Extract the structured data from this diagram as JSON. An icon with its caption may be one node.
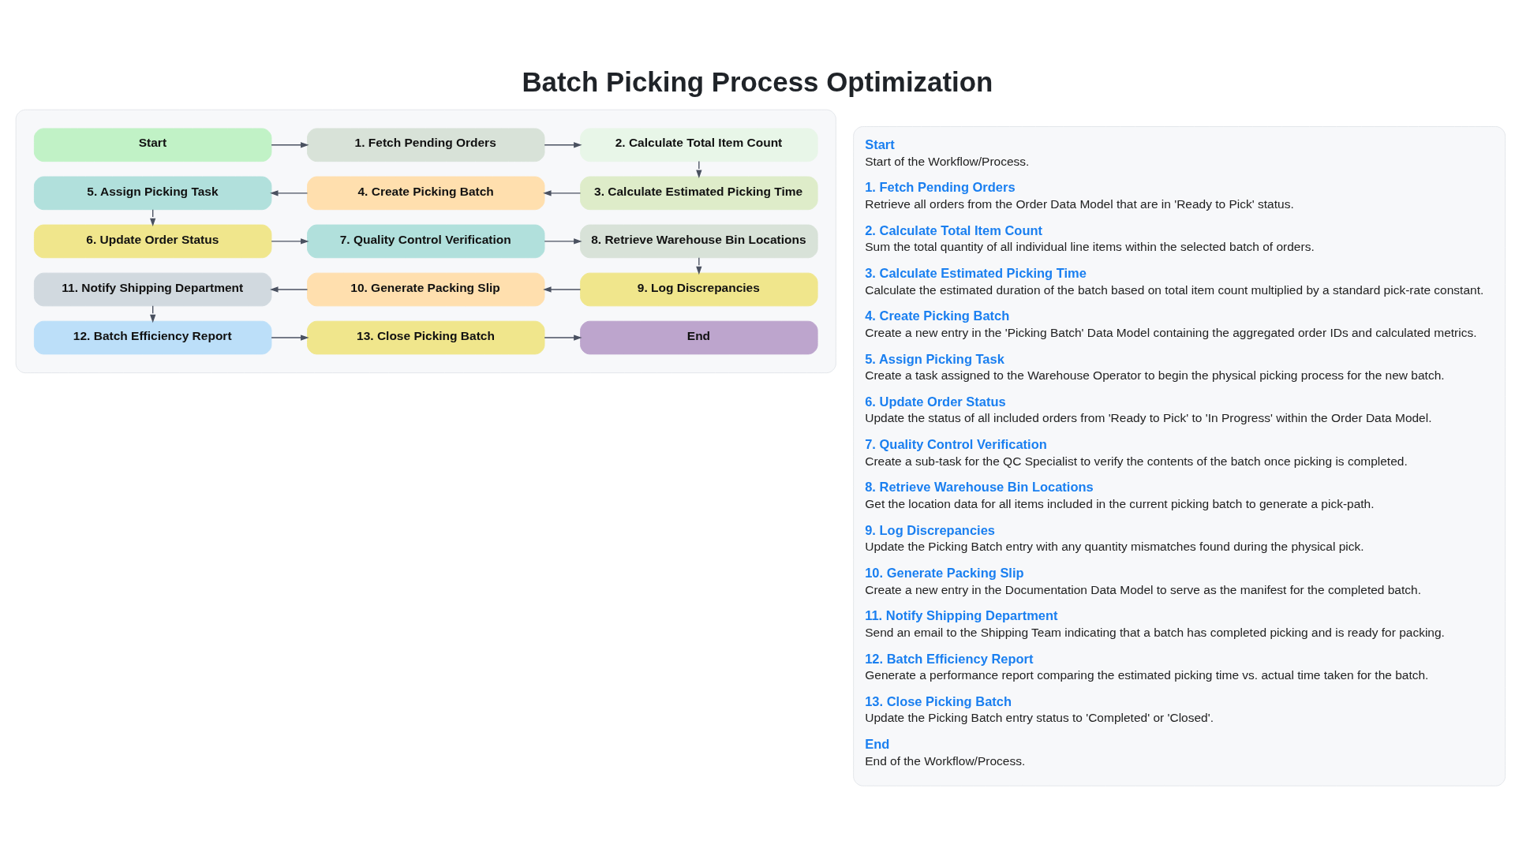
{
  "diagram": {
    "title": "Batch Picking Process Optimization",
    "nodes": [
      {
        "text": [],
        "shape": "box"
      },
      {
        "text": [
          "Start"
        ],
        "in": 0
      },
      {
        "text": [
          "1. Fetch Pending Orders"
        ],
        "in": 0
      },
      {
        "text": [
          "2. Calculate Total Item Count"
        ],
        "in": 0
      },
      {
        "text": [
          "3. Calculate Estimated Picking Time"
        ],
        "in": 0
      },
      {
        "text": [
          "4. Create Picking Batch"
        ],
        "in": 0
      },
      {
        "text": [
          "5. Assign Picking Task"
        ],
        "in": 0
      },
      {
        "text": [
          "6. Update Order Status"
        ],
        "in": 0
      },
      {
        "text": [
          "7. Quality Control Verification"
        ],
        "in": 0
      },
      {
        "text": [
          "8. Retrieve Warehouse Bin Locations"
        ],
        "in": 0
      },
      {
        "text": [
          "9. Log Discrepancies"
        ],
        "in": 0
      },
      {
        "text": [
          "10. Generate Packing Slip"
        ],
        "in": 0
      },
      {
        "text": [
          "11. Notify Shipping Department"
        ],
        "in": 0
      },
      {
        "text": [
          "12. Batch Efficiency Report"
        ],
        "in": 0
      },
      {
        "text": [
          "13. Close Picking Batch"
        ],
        "in": 0
      },
      {
        "text": [
          "End"
        ],
        "in": 0
      },
      {
        "text": [
          "Start",
          "Start of the Workflow/Process.",
          "1. Fetch Pending Orders",
          "Retrieve all orders from the Order Data Model that are in 'Ready to Pick' status.",
          "2. Calculate Total Item Count",
          "Sum the total quantity of all individual line items within the selected batch of orders.",
          "3. Calculate Estimated Picking Time",
          "Calculate the estimated duration of the batch based on total item count multiplied by a standard pick-rate constant.",
          "4. Create Picking Batch",
          "Create a new entry in the 'Picking Batch' Data Model containing the aggregated order IDs and calculated metrics.",
          "5. Assign Picking Task",
          "Create a task assigned to the Warehouse Operator to begin the physical picking process for the new batch.",
          "6. Update Order Status",
          "Update the status of all included orders from 'Ready to Pick' to 'In Progress' within the Order Data Model.",
          "7. Quality Control Verification",
          "Create a sub-task for the QC Specialist to verify the contents of the batch once picking is completed.",
          "8. Retrieve Warehouse Bin Locations",
          "Get the location data for all items included in the current picking batch to generate a pick-path.",
          "9. Log Discrepancies",
          "Update the Picking Batch entry with any quantity mismatches found during the physical pick.",
          "10. Generate Packing Slip",
          "Create a new entry in the Documentation Data Model to serve as the manifest for the completed batch.",
          "11. Notify Shipping Department",
          "Send an email to the Shipping Team indicating that a batch has completed picking and is ready for packing.",
          "12. Batch Efficiency Report",
          "Generate a performance report comparing the estimated picking time vs. actual time taken for the batch.",
          "13. Close Picking Batch",
          "Update the Picking Batch entry status to 'Completed' or 'Closed'.",
          "End",
          "End of the Workflow/Process."
        ]
      }
    ],
    "edges": [
      {
        "from": 1,
        "to": 2,
        "arrow": "to"
      },
      {
        "from": 2,
        "to": 3,
        "arrow": "to"
      },
      {
        "from": 3,
        "to": 4,
        "arrow": "to"
      },
      {
        "from": 4,
        "to": 5,
        "arrow": "to"
      },
      {
        "from": 5,
        "to": 6,
        "arrow": "to"
      },
      {
        "from": 6,
        "to": 7,
        "arrow": "to"
      },
      {
        "from": 7,
        "to": 8,
        "arrow": "to"
      },
      {
        "from": 8,
        "to": 9,
        "arrow": "to"
      },
      {
        "from": 9,
        "to": 10,
        "arrow": "to"
      },
      {
        "from": 10,
        "to": 11,
        "arrow": "to"
      },
      {
        "from": 11,
        "to": 12,
        "arrow": "to"
      },
      {
        "from": 12,
        "to": 13,
        "arrow": "to"
      },
      {
        "from": 13,
        "to": 14,
        "arrow": "to"
      },
      {
        "from": 14,
        "to": 15,
        "arrow": "to"
      }
    ]
  }
}
